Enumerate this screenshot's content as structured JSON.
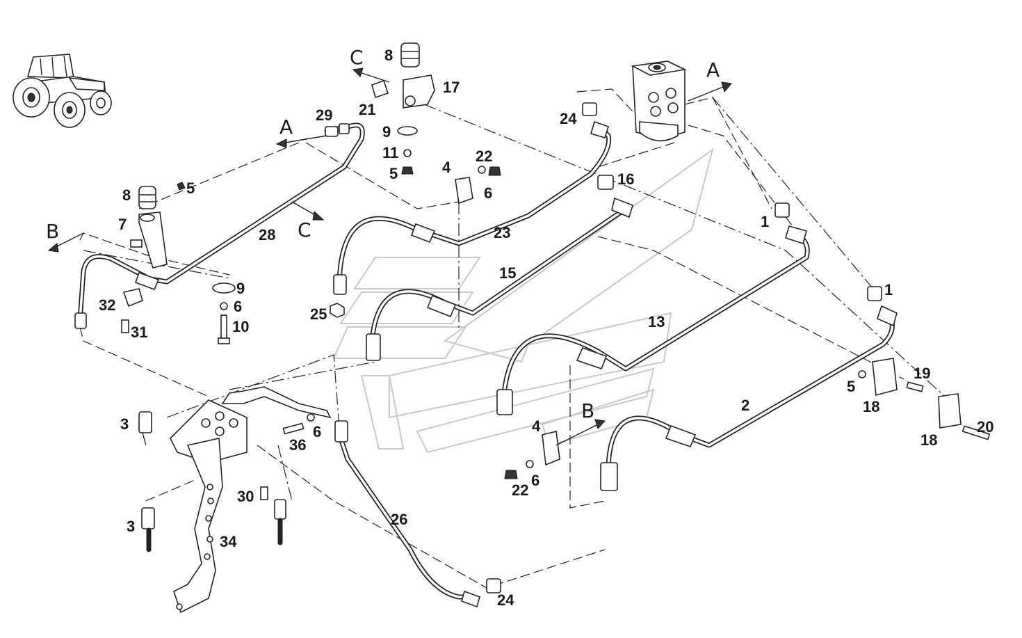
{
  "callouts": [
    {
      "id": "c8a",
      "text": "8"
    },
    {
      "id": "c17",
      "text": "17"
    },
    {
      "id": "c21",
      "text": "21"
    },
    {
      "id": "c9a",
      "text": "9"
    },
    {
      "id": "c11",
      "text": "11"
    },
    {
      "id": "c5a",
      "text": "5"
    },
    {
      "id": "c22a",
      "text": "22"
    },
    {
      "id": "c4a",
      "text": "4"
    },
    {
      "id": "c6a",
      "text": "6"
    },
    {
      "id": "c29",
      "text": "29"
    },
    {
      "id": "c24a",
      "text": "24"
    },
    {
      "id": "c16",
      "text": "16"
    },
    {
      "id": "c8b",
      "text": "8"
    },
    {
      "id": "c5b",
      "text": "5"
    },
    {
      "id": "c7",
      "text": "7"
    },
    {
      "id": "c28",
      "text": "28"
    },
    {
      "id": "c23",
      "text": "23"
    },
    {
      "id": "c1a",
      "text": "1"
    },
    {
      "id": "c15",
      "text": "15"
    },
    {
      "id": "c9b",
      "text": "9"
    },
    {
      "id": "c6b",
      "text": "6"
    },
    {
      "id": "c32",
      "text": "32"
    },
    {
      "id": "c10",
      "text": "10"
    },
    {
      "id": "c31",
      "text": "31"
    },
    {
      "id": "c25",
      "text": "25"
    },
    {
      "id": "c13",
      "text": "13"
    },
    {
      "id": "c1b",
      "text": "1"
    },
    {
      "id": "c19",
      "text": "19"
    },
    {
      "id": "c5c",
      "text": "5"
    },
    {
      "id": "c18a",
      "text": "18"
    },
    {
      "id": "c2",
      "text": "2"
    },
    {
      "id": "c20",
      "text": "20"
    },
    {
      "id": "c18b",
      "text": "18"
    },
    {
      "id": "c3a",
      "text": "3"
    },
    {
      "id": "c36",
      "text": "36"
    },
    {
      "id": "c6c",
      "text": "6"
    },
    {
      "id": "c4b",
      "text": "4"
    },
    {
      "id": "c6d",
      "text": "6"
    },
    {
      "id": "c22b",
      "text": "22"
    },
    {
      "id": "c30",
      "text": "30"
    },
    {
      "id": "c26",
      "text": "26"
    },
    {
      "id": "c3b",
      "text": "3"
    },
    {
      "id": "c34",
      "text": "34"
    },
    {
      "id": "c24b",
      "text": "24"
    }
  ],
  "view_letters": [
    {
      "id": "vC1",
      "text": "C"
    },
    {
      "id": "vA1",
      "text": "A"
    },
    {
      "id": "vA2",
      "text": "A"
    },
    {
      "id": "vB1",
      "text": "B"
    },
    {
      "id": "vC2",
      "text": "C"
    },
    {
      "id": "vB2",
      "text": "B"
    }
  ],
  "icons": {
    "tractor": "tractor-icon",
    "steering_unit": "steering-unit-icon"
  },
  "colors": {
    "line": "#222222",
    "background": "#ffffff",
    "watermark": "#c8c8c8"
  }
}
